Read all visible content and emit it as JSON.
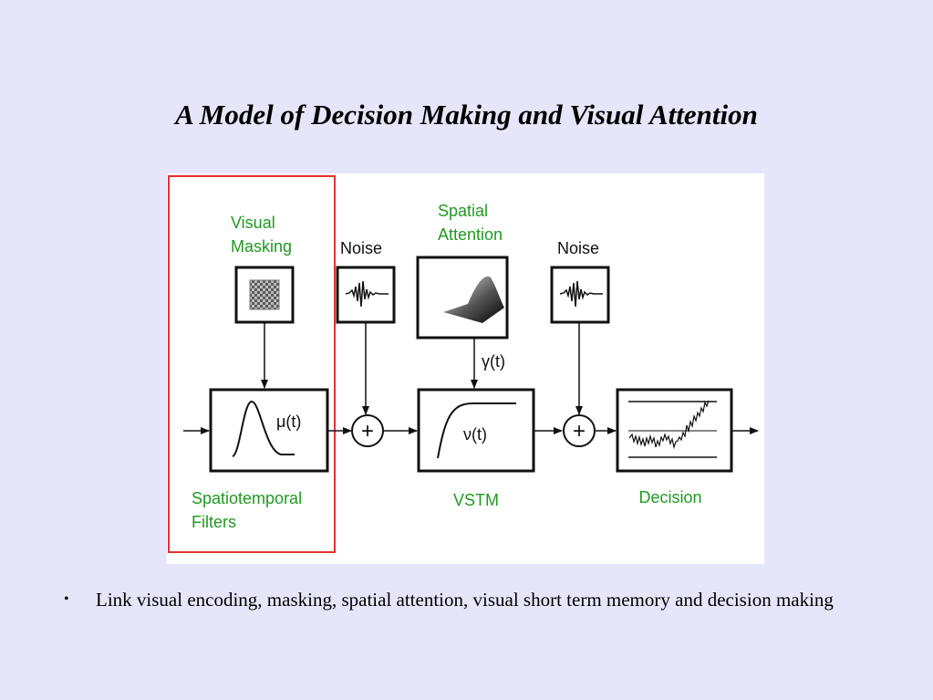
{
  "slide": {
    "title": "A Model of Decision Making and Visual Attention"
  },
  "diagram": {
    "labels": {
      "visual_masking_line1": "Visual",
      "visual_masking_line2": "Masking",
      "noise_1": "Noise",
      "spatial_attention_line1": "Spatial",
      "spatial_attention_line2": "Attention",
      "noise_2": "Noise",
      "mu": "μ(t)",
      "gamma": "γ(t)",
      "nu": "ν(t)",
      "spatiotemporal_line1": "Spatiotemporal",
      "spatiotemporal_line2": "Filters",
      "vstm": "VSTM",
      "decision": "Decision",
      "plus_1": "+",
      "plus_2": "+"
    },
    "colors": {
      "highlight_border": "#e53030",
      "label_green": "#1f9a1f",
      "background": "#e6e6fa"
    }
  },
  "bullets": [
    "Link visual encoding, masking, spatial attention, visual short term memory and decision making"
  ]
}
